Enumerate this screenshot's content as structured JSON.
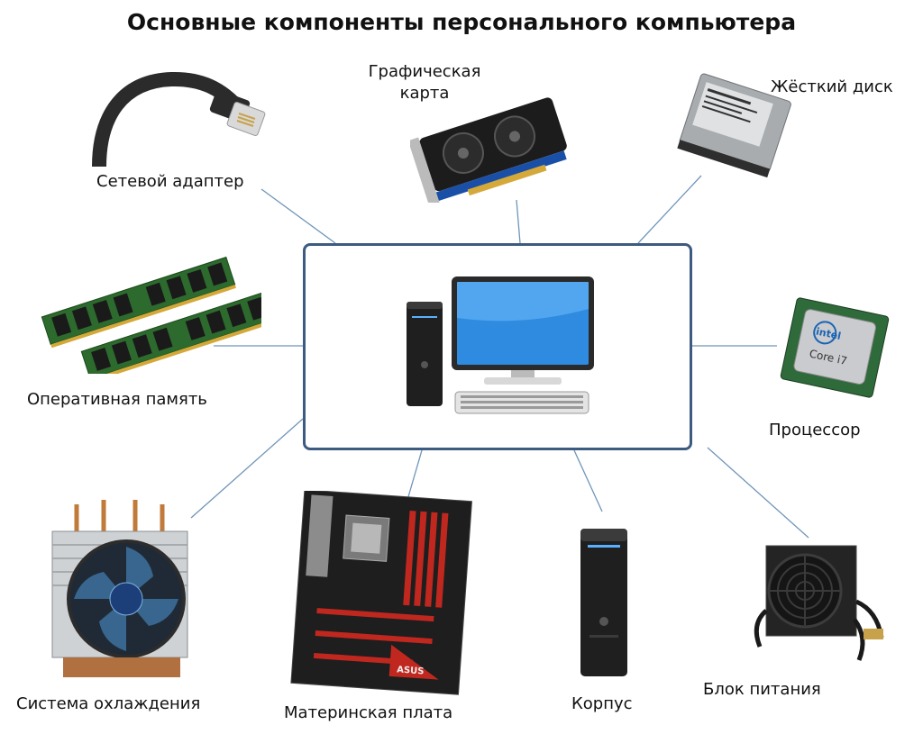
{
  "title": "Основные компоненты персонального компьютера",
  "center": {
    "caption": ""
  },
  "components": {
    "network": {
      "label": "Сетевой адаптер"
    },
    "gpu": {
      "label_line1": "Графическая",
      "label_line2": "карта"
    },
    "hdd": {
      "label": "Жёсткий диск"
    },
    "ram": {
      "label": "Оперативная память"
    },
    "cpu": {
      "label": "Процессор",
      "brand": "intel",
      "model": "Core i7"
    },
    "cooler": {
      "label": "Система охлаждения"
    },
    "motherboard": {
      "label": "Материнская плата",
      "brand": "ASUS"
    },
    "case": {
      "label": "Корпус"
    },
    "psu": {
      "label": "Блок питания"
    }
  },
  "colors": {
    "connector": "#6f95b8",
    "box_border": "#3d5a80",
    "screen": "#2f8be0",
    "pcb_green": "#2d6a2d",
    "board_dark": "#1e1e1e",
    "board_red": "#c0281f"
  }
}
